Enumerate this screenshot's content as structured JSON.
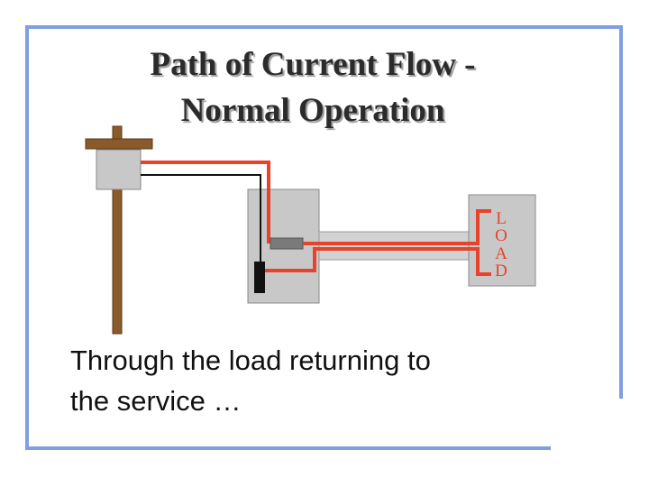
{
  "title": {
    "line1": "Path of Current Flow -",
    "line2": "Normal Operation"
  },
  "load_label": [
    "L",
    "O",
    "A",
    "D"
  ],
  "caption": {
    "line1": "Through the load returning to",
    "line2": "the service …"
  },
  "colors": {
    "frame": "#7f9fe0",
    "current_path": "#e8432a",
    "pole": "#8b5a2b",
    "box_fill": "#c8c8c8"
  }
}
